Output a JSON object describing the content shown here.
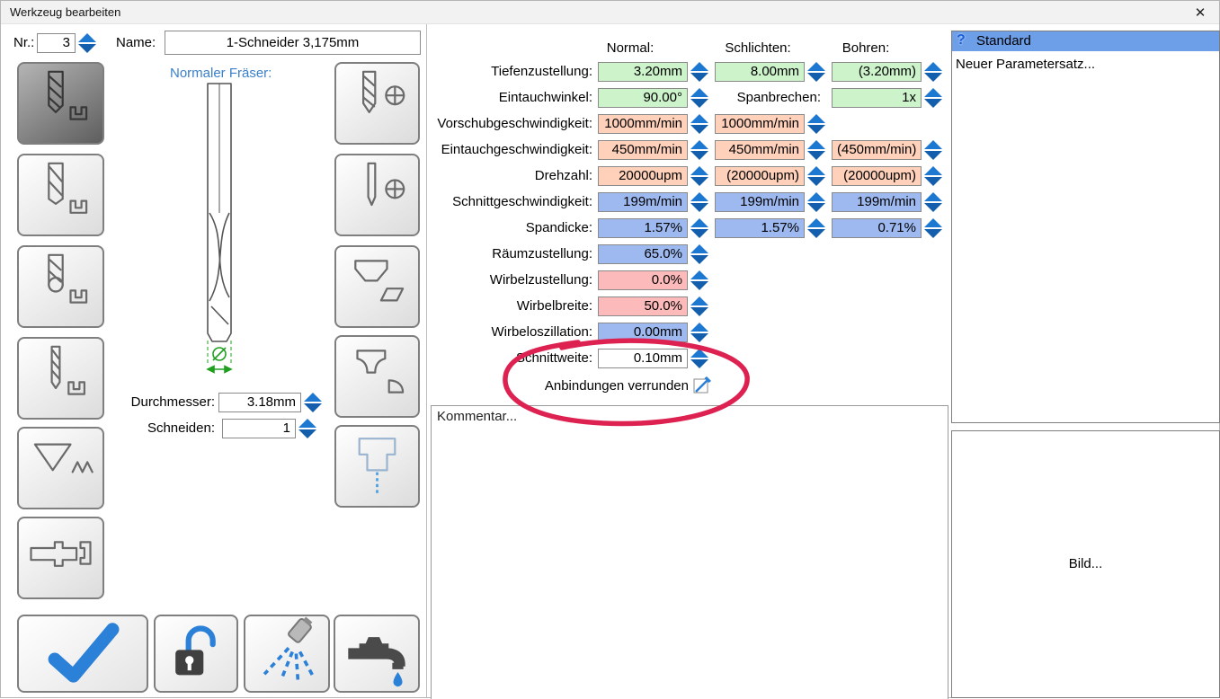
{
  "window": {
    "title": "Werkzeug bearbeiten",
    "close_icon": "✕"
  },
  "header": {
    "nr_label": "Nr.:",
    "nr_value": "3",
    "name_label": "Name:",
    "name_value": "1-Schneider 3,175mm"
  },
  "tool": {
    "type_label": "Normaler Fräser:",
    "diameter_label": "Durchmesser:",
    "diameter_value": "3.18mm",
    "flutes_label": "Schneiden:",
    "flutes_value": "1"
  },
  "param_table": {
    "col_headers": [
      "Normal:",
      "Schlichten:",
      "Bohren:"
    ],
    "rows": [
      {
        "label": "Tiefenzustellung:",
        "cells": [
          {
            "col": 0,
            "value": "3.20mm",
            "color": "green"
          },
          {
            "col": 1,
            "value": "8.00mm",
            "color": "green"
          },
          {
            "col": 2,
            "value": "(3.20mm)",
            "color": "green"
          }
        ]
      },
      {
        "label": "Eintauchwinkel:",
        "midlabel": "Spanbrechen:",
        "cells": [
          {
            "col": 0,
            "value": "90.00°",
            "color": "green"
          },
          {
            "col": 2,
            "value": "1x",
            "color": "green"
          }
        ]
      },
      {
        "label": "Vorschubgeschwindigkeit:",
        "cells": [
          {
            "col": 0,
            "value": "1000mm/min",
            "color": "salmon"
          },
          {
            "col": 1,
            "value": "1000mm/min",
            "color": "salmon"
          }
        ]
      },
      {
        "label": "Eintauchgeschwindigkeit:",
        "cells": [
          {
            "col": 0,
            "value": "450mm/min",
            "color": "salmon"
          },
          {
            "col": 1,
            "value": "450mm/min",
            "color": "salmon"
          },
          {
            "col": 2,
            "value": "(450mm/min)",
            "color": "salmon"
          }
        ]
      },
      {
        "label": "Drehzahl:",
        "cells": [
          {
            "col": 0,
            "value": "20000upm",
            "color": "salmon"
          },
          {
            "col": 1,
            "value": "(20000upm)",
            "color": "salmon"
          },
          {
            "col": 2,
            "value": "(20000upm)",
            "color": "salmon"
          }
        ]
      },
      {
        "label": "Schnittgeschwindigkeit:",
        "cells": [
          {
            "col": 0,
            "value": "199m/min",
            "color": "blue"
          },
          {
            "col": 1,
            "value": "199m/min",
            "color": "blue"
          },
          {
            "col": 2,
            "value": "199m/min",
            "color": "blue"
          }
        ]
      },
      {
        "label": "Spandicke:",
        "cells": [
          {
            "col": 0,
            "value": "1.57%",
            "color": "blue"
          },
          {
            "col": 1,
            "value": "1.57%",
            "color": "blue"
          },
          {
            "col": 2,
            "value": "0.71%",
            "color": "blue"
          }
        ]
      },
      {
        "label": "Räumzustellung:",
        "cells": [
          {
            "col": 0,
            "value": "65.0%",
            "color": "blue"
          }
        ]
      },
      {
        "label": "Wirbelzustellung:",
        "cells": [
          {
            "col": 0,
            "value": "0.0%",
            "color": "pink"
          }
        ]
      },
      {
        "label": "Wirbelbreite:",
        "cells": [
          {
            "col": 0,
            "value": "50.0%",
            "color": "pink"
          }
        ]
      },
      {
        "label": "Wirbeloszillation:",
        "cells": [
          {
            "col": 0,
            "value": "0.00mm",
            "color": "blue"
          }
        ]
      },
      {
        "label": "Schnittweite:",
        "cells": [
          {
            "col": 0,
            "value": "0.10mm",
            "color": "white"
          }
        ]
      }
    ],
    "checkbox_label": "Anbindungen verrunden"
  },
  "comment": {
    "placeholder": "Kommentar..."
  },
  "parameter_sets": {
    "header": "Standard",
    "header_icon": "?",
    "items": [
      "Neuer Parametersatz..."
    ]
  },
  "image_panel": {
    "placeholder": "Bild..."
  },
  "colors": {
    "green": "#ccf3ca",
    "salmon": "#ffd1ba",
    "blue": "#9db9f0",
    "pink": "#fdbaba",
    "spinner_blue": "#1d78d2",
    "selected_header": "#6d9ee8",
    "annotation": "#dd2150",
    "accent_text": "#3b80c8",
    "dimension_green": "#1fa01f"
  },
  "tool_buttons_left": [
    "endmill-rough",
    "endmill-finish",
    "ballnose",
    "engraver",
    "vbit",
    "slot-cutter"
  ],
  "tool_buttons_right": [
    "drill",
    "fine-drill",
    "chamfer",
    "roundover",
    "tap"
  ],
  "action_buttons": [
    "confirm",
    "lock",
    "spray",
    "coolant"
  ]
}
